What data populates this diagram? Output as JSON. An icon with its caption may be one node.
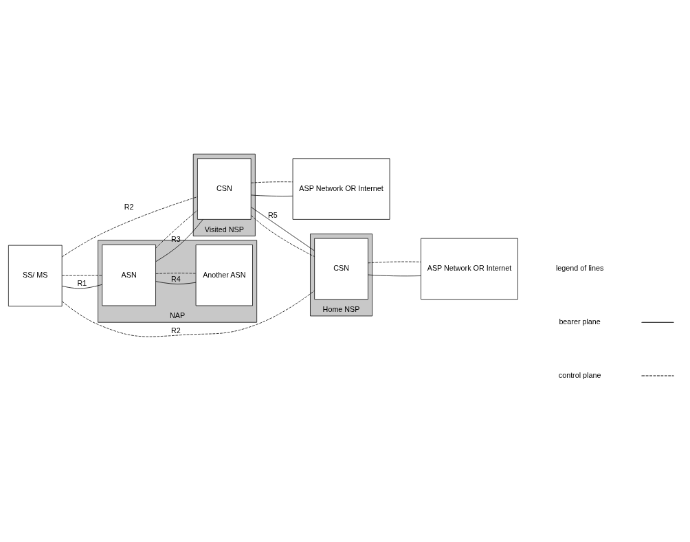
{
  "diagram": {
    "nodes": [
      {
        "text": [
          "SS/ MS"
        ]
      },
      {
        "text": [
          "NAP"
        ]
      },
      {
        "text": [
          "ASN"
        ],
        "in": 1
      },
      {
        "text": [
          "Another ASN"
        ],
        "in": 1
      },
      {
        "text": [
          "Visited NSP"
        ]
      },
      {
        "text": [
          "CSN"
        ],
        "in": 4
      },
      {
        "text": [
          "Home NSP"
        ]
      },
      {
        "text": [
          "CSN"
        ],
        "in": 6
      },
      {
        "text": [
          "ASP Network OR Internet"
        ]
      },
      {
        "text": [
          "ASP Network OR Internet"
        ]
      }
    ],
    "edges": [
      {
        "from": 0,
        "to": 5,
        "arrow": "none",
        "style": "dashed",
        "label": "R2"
      },
      {
        "from": 0,
        "to": 7,
        "arrow": "none",
        "style": "dashed",
        "label": "R2"
      },
      {
        "from": 0,
        "to": 2,
        "arrow": "none",
        "label": "R1"
      },
      {
        "from": 0,
        "to": 2,
        "arrow": "none",
        "style": "dashed"
      },
      {
        "from": 2,
        "to": 5,
        "arrow": "none",
        "label": "R3"
      },
      {
        "from": 2,
        "to": 5,
        "arrow": "none",
        "style": "dashed"
      },
      {
        "from": 5,
        "to": 7,
        "arrow": "none",
        "label": "R5"
      },
      {
        "from": 5,
        "to": 7,
        "arrow": "none",
        "style": "dashed"
      },
      {
        "from": 2,
        "to": 3,
        "arrow": "none",
        "label": "R4"
      },
      {
        "from": 2,
        "to": 3,
        "arrow": "none",
        "style": "dashed"
      },
      {
        "from": 5,
        "to": 8,
        "arrow": "none"
      },
      {
        "from": 5,
        "to": 8,
        "arrow": "none",
        "style": "dashed"
      },
      {
        "from": 7,
        "to": 9,
        "arrow": "none"
      },
      {
        "from": 7,
        "to": 9,
        "arrow": "none",
        "style": "dashed"
      }
    ],
    "labels": [
      "legend of lines"
    ],
    "legend": [
      {
        "text": "bearer plane"
      },
      {
        "text": "control plane"
      }
    ]
  }
}
